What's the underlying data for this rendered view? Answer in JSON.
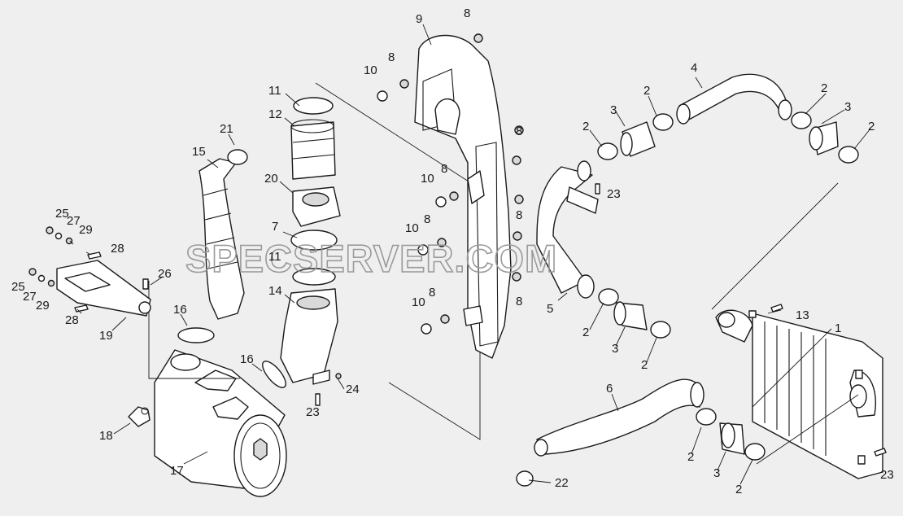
{
  "watermark": "SPECSERVER.COM",
  "callouts": {
    "c1": "1",
    "c2": "2",
    "c3": "3",
    "c4": "4",
    "c5": "5",
    "c6": "6",
    "c7": "7",
    "c8": "8",
    "c9": "9",
    "c10": "10",
    "c11": "11",
    "c12": "12",
    "c13": "13",
    "c14": "14",
    "c15": "15",
    "c16": "16",
    "c17": "17",
    "c18": "18",
    "c19": "19",
    "c20": "20",
    "c21": "21",
    "c22": "22",
    "c23": "23",
    "c24": "24",
    "c25": "25",
    "c26": "26",
    "c27": "27",
    "c28": "28",
    "c29": "29"
  }
}
